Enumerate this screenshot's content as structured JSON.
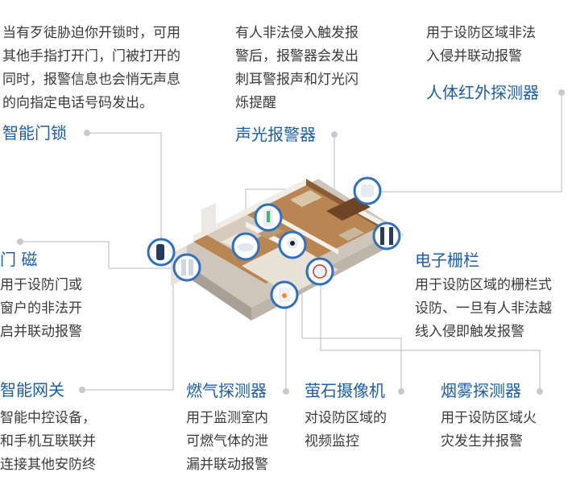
{
  "devices": {
    "smart_lock": {
      "title": "智能门锁",
      "description": "当有歹徒胁迫你开锁时，可用\n其他手指打开门，门被打开的\n同时，报警信息也会悄无声息\n的向指定电话号码发出。"
    },
    "siren": {
      "title": "声光报警器",
      "description": "有人非法侵入触发报\n警后，报警器会发出\n刺耳警报声和灯光闪\n烁提醒"
    },
    "pir_detector": {
      "title": "人体红外探测器",
      "description": "用于设防区域非法\n入侵并联动报警"
    },
    "door_sensor": {
      "title": "门 磁",
      "description": "用于设防门或\n窗户的非法开\n启并联动报警"
    },
    "electronic_fence": {
      "title": "电子栅栏",
      "description": "用于设防区域的栅栏式\n设防、一旦有人非法越\n线入侵即触发报警"
    },
    "gateway": {
      "title": "智能网关",
      "description": "智能中控设备，\n和手机互联联并\n连接其他安防终"
    },
    "gas_detector": {
      "title": "燃气探测器",
      "description": "用于监测室内\n可燃气体的泄\n漏并联动报警"
    },
    "camera": {
      "title": "萤石摄像机",
      "description": "对设防区域的\n视频监控"
    },
    "smoke_detector": {
      "title": "烟雾探测器",
      "description": "用于设防区域火\n灾发生并报警"
    }
  },
  "colors": {
    "title": "#1d5ea8",
    "text": "#3a3a3a",
    "connector": "#b7b7b7",
    "marker_ring": "#2f6fc2"
  }
}
